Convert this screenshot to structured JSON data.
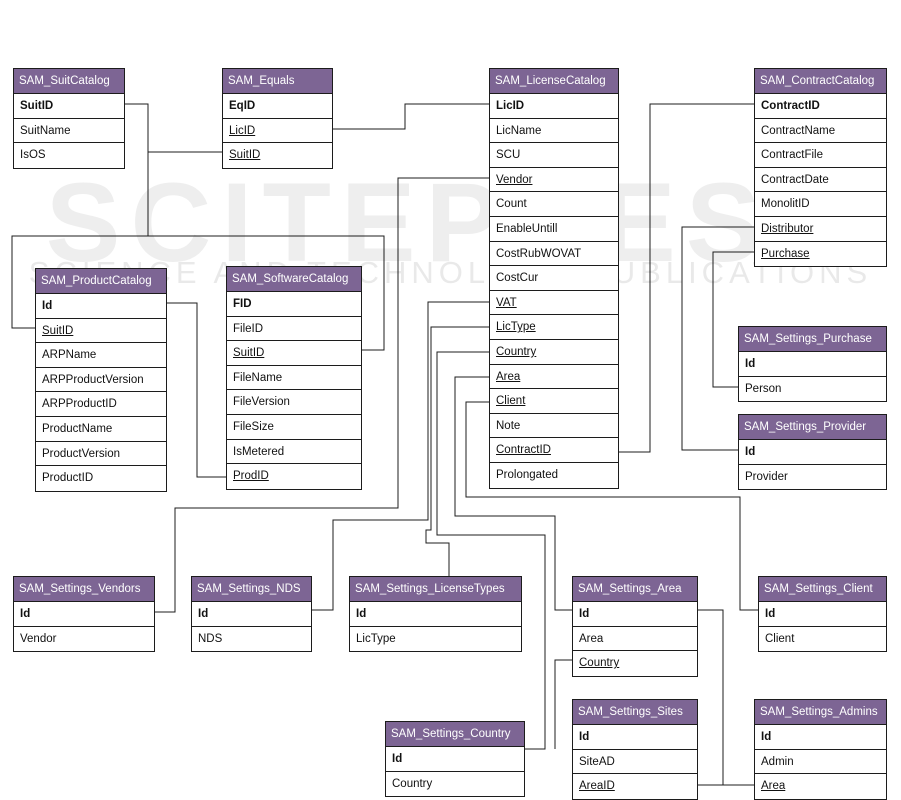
{
  "watermark": {
    "main": "SCITEPRESS",
    "sub": "SCIENCE AND TECHNOLOGY PUBLICATIONS"
  },
  "colors": {
    "header_fill": "#7d6594",
    "header_text": "#ffffff",
    "line": "#1c1c1c"
  },
  "entities": {
    "suit_catalog": {
      "title": "SAM_SuitCatalog",
      "fields": [
        {
          "name": "SuitID",
          "kind": "pk"
        },
        {
          "name": "SuitName",
          "kind": "plain"
        },
        {
          "name": "IsOS",
          "kind": "plain"
        }
      ]
    },
    "equals": {
      "title": "SAM_Equals",
      "fields": [
        {
          "name": "EqID",
          "kind": "pk"
        },
        {
          "name": "LicID",
          "kind": "fk"
        },
        {
          "name": "SuitID",
          "kind": "fk"
        }
      ]
    },
    "license_catalog": {
      "title": "SAM_LicenseCatalog",
      "fields": [
        {
          "name": "LicID",
          "kind": "pk"
        },
        {
          "name": "LicName",
          "kind": "plain"
        },
        {
          "name": "SCU",
          "kind": "plain"
        },
        {
          "name": "Vendor",
          "kind": "fk"
        },
        {
          "name": "Count",
          "kind": "plain"
        },
        {
          "name": "EnableUntill",
          "kind": "plain"
        },
        {
          "name": "CostRubWOVAT",
          "kind": "plain"
        },
        {
          "name": "CostCur",
          "kind": "plain"
        },
        {
          "name": "VAT",
          "kind": "fk"
        },
        {
          "name": "LicType",
          "kind": "fk"
        },
        {
          "name": "Country",
          "kind": "fk"
        },
        {
          "name": "Area",
          "kind": "fk"
        },
        {
          "name": "Client",
          "kind": "fk"
        },
        {
          "name": "Note",
          "kind": "plain"
        },
        {
          "name": "ContractID",
          "kind": "fk"
        },
        {
          "name": "Prolongated",
          "kind": "plain"
        }
      ]
    },
    "contract_catalog": {
      "title": "SAM_ContractCatalog",
      "fields": [
        {
          "name": "ContractID",
          "kind": "pk"
        },
        {
          "name": "ContractName",
          "kind": "plain"
        },
        {
          "name": "ContractFile",
          "kind": "plain"
        },
        {
          "name": "ContractDate",
          "kind": "plain"
        },
        {
          "name": "MonolitID",
          "kind": "plain"
        },
        {
          "name": "Distributor",
          "kind": "fk"
        },
        {
          "name": "Purchase",
          "kind": "fk"
        }
      ]
    },
    "product_catalog": {
      "title": "SAM_ProductCatalog",
      "fields": [
        {
          "name": "Id",
          "kind": "pk"
        },
        {
          "name": "SuitID",
          "kind": "fk"
        },
        {
          "name": "ARPName",
          "kind": "plain"
        },
        {
          "name": "ARPProductVersion",
          "kind": "plain"
        },
        {
          "name": "ARPProductID",
          "kind": "plain"
        },
        {
          "name": "ProductName",
          "kind": "plain"
        },
        {
          "name": "ProductVersion",
          "kind": "plain"
        },
        {
          "name": "ProductID",
          "kind": "plain"
        }
      ]
    },
    "software_catalog": {
      "title": "SAM_SoftwareCatalog",
      "fields": [
        {
          "name": "FID",
          "kind": "pk"
        },
        {
          "name": "FileID",
          "kind": "plain"
        },
        {
          "name": "SuitID",
          "kind": "fk"
        },
        {
          "name": "FileName",
          "kind": "plain"
        },
        {
          "name": "FileVersion",
          "kind": "plain"
        },
        {
          "name": "FileSize",
          "kind": "plain"
        },
        {
          "name": "IsMetered",
          "kind": "plain"
        },
        {
          "name": "ProdID",
          "kind": "fk"
        }
      ]
    },
    "settings_purchase": {
      "title": "SAM_Settings_Purchase",
      "fields": [
        {
          "name": "Id",
          "kind": "pk"
        },
        {
          "name": "Person",
          "kind": "plain"
        }
      ]
    },
    "settings_provider": {
      "title": "SAM_Settings_Provider",
      "fields": [
        {
          "name": "Id",
          "kind": "pk"
        },
        {
          "name": "Provider",
          "kind": "plain"
        }
      ]
    },
    "settings_vendors": {
      "title": "SAM_Settings_Vendors",
      "fields": [
        {
          "name": "Id",
          "kind": "pk"
        },
        {
          "name": "Vendor",
          "kind": "plain"
        }
      ]
    },
    "settings_nds": {
      "title": "SAM_Settings_NDS",
      "fields": [
        {
          "name": "Id",
          "kind": "pk"
        },
        {
          "name": "NDS",
          "kind": "plain"
        }
      ]
    },
    "settings_license_types": {
      "title": "SAM_Settings_LicenseTypes",
      "fields": [
        {
          "name": "Id",
          "kind": "pk"
        },
        {
          "name": "LicType",
          "kind": "plain"
        }
      ]
    },
    "settings_area": {
      "title": "SAM_Settings_Area",
      "fields": [
        {
          "name": "Id",
          "kind": "pk"
        },
        {
          "name": "Area",
          "kind": "plain"
        },
        {
          "name": "Country",
          "kind": "fk"
        }
      ]
    },
    "settings_client": {
      "title": "SAM_Settings_Client",
      "fields": [
        {
          "name": "Id",
          "kind": "pk"
        },
        {
          "name": "Client",
          "kind": "plain"
        }
      ]
    },
    "settings_sites": {
      "title": "SAM_Settings_Sites",
      "fields": [
        {
          "name": "Id",
          "kind": "pk"
        },
        {
          "name": "SiteAD",
          "kind": "plain"
        },
        {
          "name": "AreaID",
          "kind": "fk"
        }
      ]
    },
    "settings_admins": {
      "title": "SAM_Settings_Admins",
      "fields": [
        {
          "name": "Id",
          "kind": "pk"
        },
        {
          "name": "Admin",
          "kind": "plain"
        },
        {
          "name": "Area",
          "kind": "fk"
        }
      ]
    },
    "settings_country": {
      "title": "SAM_Settings_Country",
      "fields": [
        {
          "name": "Id",
          "kind": "pk"
        },
        {
          "name": "Country",
          "kind": "plain"
        }
      ]
    }
  }
}
